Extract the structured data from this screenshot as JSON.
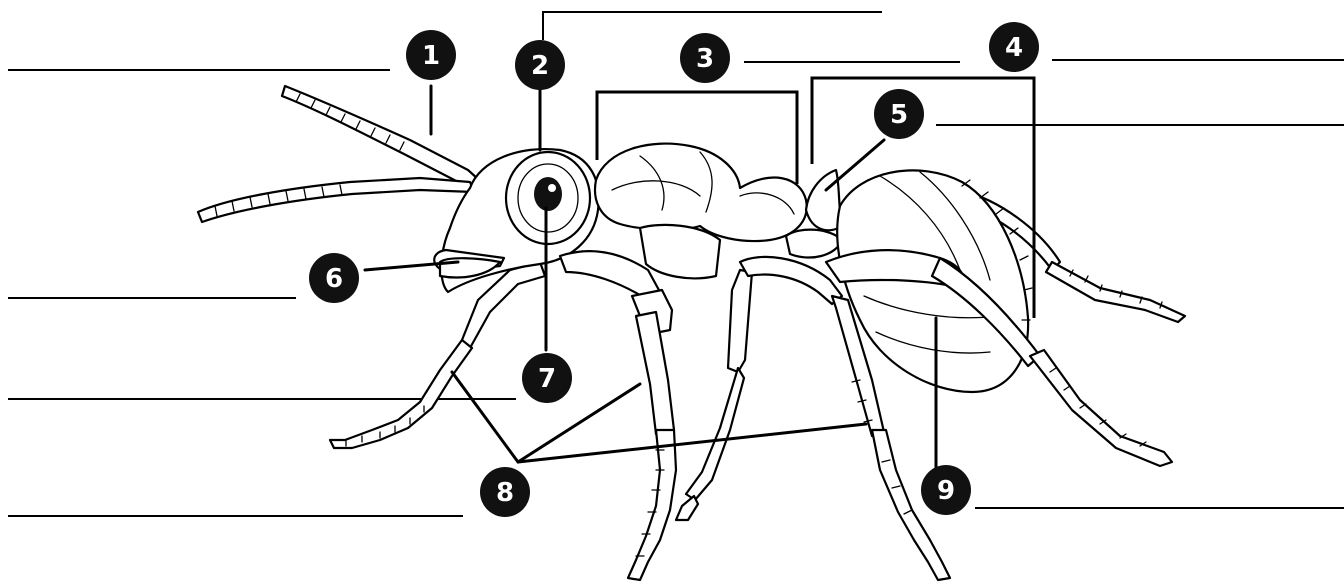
{
  "markers": [
    {
      "id": "1",
      "label": "1"
    },
    {
      "id": "2",
      "label": "2"
    },
    {
      "id": "3",
      "label": "3"
    },
    {
      "id": "4",
      "label": "4"
    },
    {
      "id": "5",
      "label": "5"
    },
    {
      "id": "6",
      "label": "6"
    },
    {
      "id": "7",
      "label": "7"
    },
    {
      "id": "8",
      "label": "8"
    },
    {
      "id": "9",
      "label": "9"
    }
  ],
  "answer_blanks": 9,
  "colors": {
    "ink": "#000000",
    "marker_fill": "#111111",
    "marker_text": "#ffffff",
    "background": "#ffffff"
  }
}
